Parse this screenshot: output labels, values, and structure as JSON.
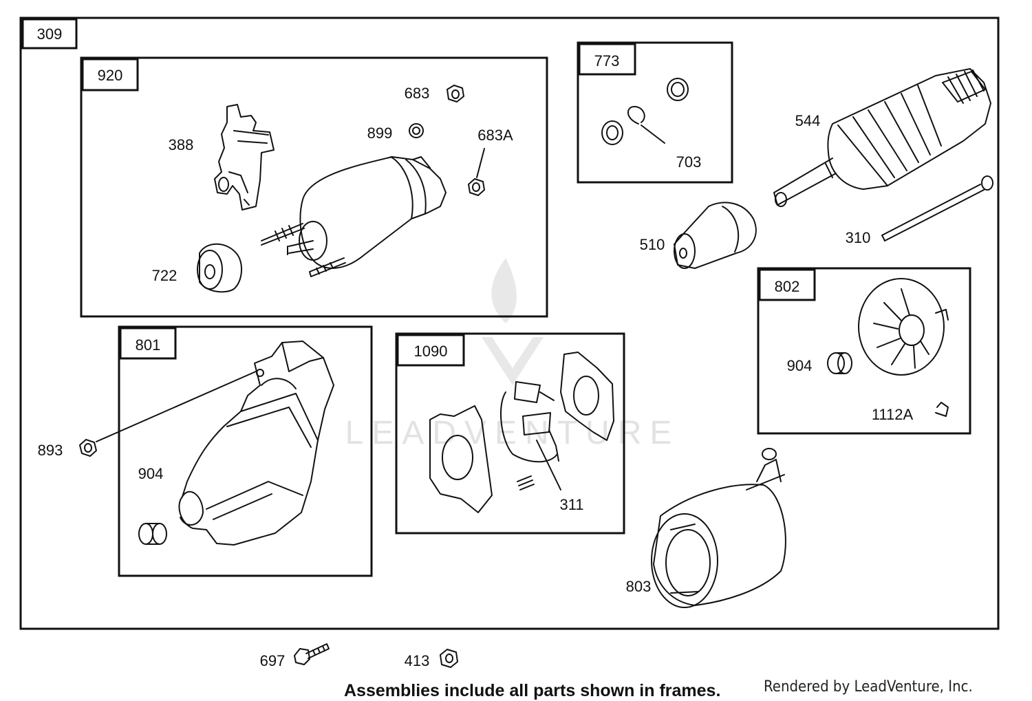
{
  "watermark": "LEADVENTURE",
  "frames": {
    "f309": "309",
    "f920": "920",
    "f773": "773",
    "f801": "801",
    "f1090": "1090",
    "f802": "802"
  },
  "parts": {
    "p388": "388",
    "p683": "683",
    "p899": "899",
    "p683a": "683A",
    "p722": "722",
    "p773_703": "703",
    "p544": "544",
    "p510": "510",
    "p310": "310",
    "p802_904": "904",
    "p1112a": "1112A",
    "p893": "893",
    "p801_904": "904",
    "p311": "311",
    "p803": "803",
    "p697": "697",
    "p413": "413"
  },
  "footer": {
    "note": "Assemblies include all parts shown in frames.",
    "credit": "Rendered by LeadVenture, Inc."
  }
}
